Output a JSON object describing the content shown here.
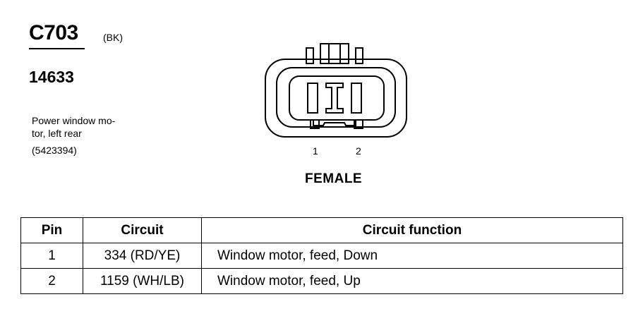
{
  "connector": {
    "id": "C703",
    "color": "(BK)",
    "part_number": "14633",
    "description_lines": [
      "Power window mo-",
      "tor, left rear",
      "(5423394)"
    ],
    "gender": "FEMALE",
    "pin_labels": [
      "1",
      "2"
    ]
  },
  "table": {
    "headers": [
      "Pin",
      "Circuit",
      "Circuit function"
    ],
    "rows": [
      {
        "pin": "1",
        "circuit": "334 (RD/YE)",
        "function": "Window motor, feed, Down"
      },
      {
        "pin": "2",
        "circuit": "1159 (WH/LB)",
        "function": "Window motor, feed, Up"
      }
    ]
  }
}
